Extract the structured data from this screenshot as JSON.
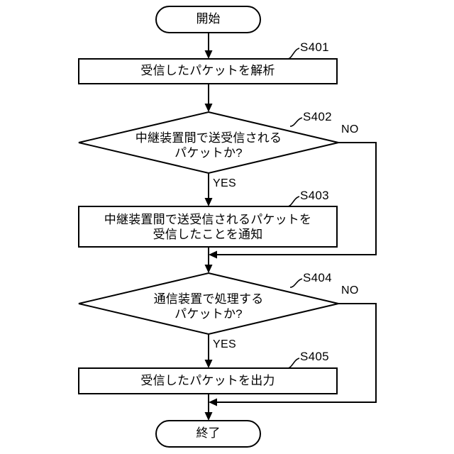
{
  "diagram": {
    "type": "flowchart",
    "orientation": "top-to-bottom",
    "language": "ja",
    "colors": {
      "stroke": "#000000",
      "fill": "#ffffff",
      "background": "#ffffff"
    },
    "nodes": [
      {
        "id": "start",
        "shape": "terminator",
        "label": "開始",
        "tag": ""
      },
      {
        "id": "s401",
        "shape": "process",
        "label": "受信したパケットを解析",
        "tag": "S401"
      },
      {
        "id": "s402",
        "shape": "decision",
        "label_line1": "中継装置間で送受信される",
        "label_line2": "パケットか?",
        "tag": "S402",
        "yes_label": "YES",
        "no_label": "NO"
      },
      {
        "id": "s403",
        "shape": "process",
        "label_line1": "中継装置間で送受信されるパケットを",
        "label_line2": "受信したことを通知",
        "tag": "S403"
      },
      {
        "id": "s404",
        "shape": "decision",
        "label_line1": "通信装置で処理する",
        "label_line2": "パケットか?",
        "tag": "S404",
        "yes_label": "YES",
        "no_label": "NO"
      },
      {
        "id": "s405",
        "shape": "process",
        "label": "受信したパケットを出力",
        "tag": "S405"
      },
      {
        "id": "end",
        "shape": "terminator",
        "label": "終了",
        "tag": ""
      }
    ],
    "edges": [
      {
        "from": "start",
        "to": "s401",
        "label": ""
      },
      {
        "from": "s401",
        "to": "s402",
        "label": ""
      },
      {
        "from": "s402",
        "to": "s403",
        "label": "YES"
      },
      {
        "from": "s402",
        "to": "s404",
        "label": "NO"
      },
      {
        "from": "s403",
        "to": "s404",
        "label": ""
      },
      {
        "from": "s404",
        "to": "s405",
        "label": "YES"
      },
      {
        "from": "s404",
        "to": "end",
        "label": "NO"
      },
      {
        "from": "s405",
        "to": "end",
        "label": ""
      }
    ]
  }
}
